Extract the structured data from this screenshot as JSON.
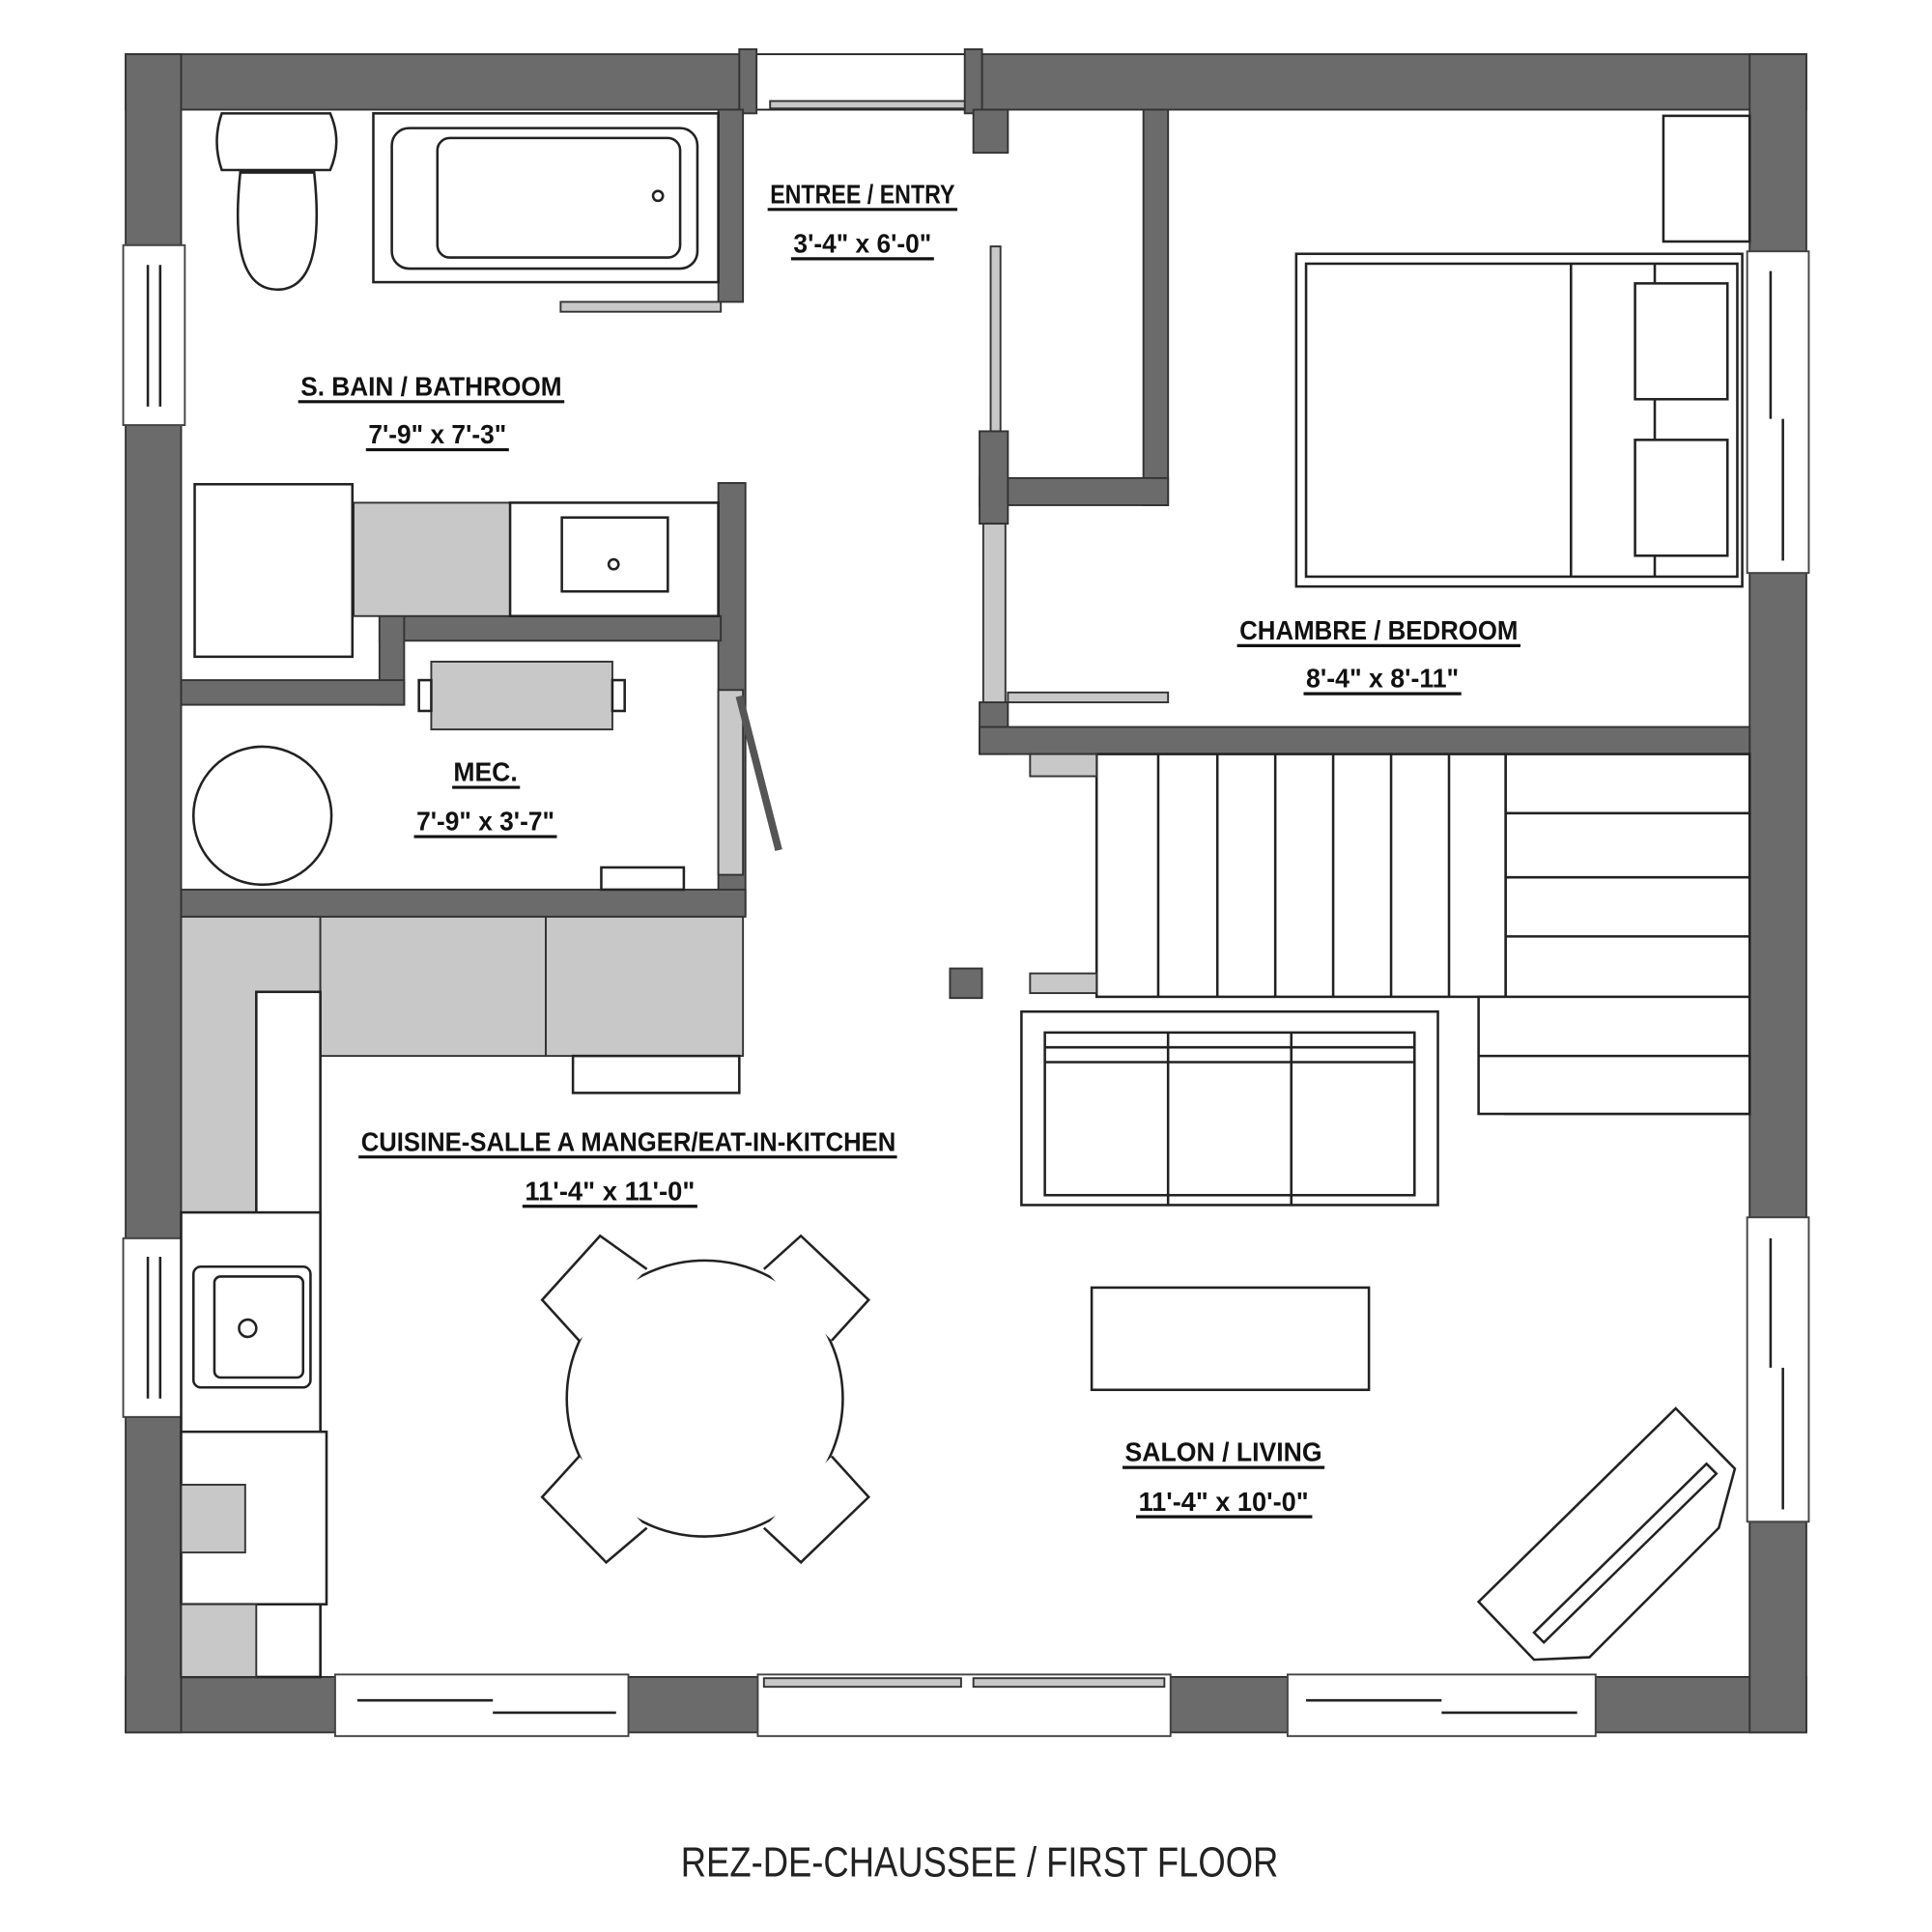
{
  "plan": {
    "title": "REZ-DE-CHAUSSEE / FIRST FLOOR",
    "wall_color": "#6b6b6b",
    "fixture_color": "#c8c8c8",
    "rooms": [
      {
        "name": "ENTREE / ENTRY",
        "size": "3'-4\" x 6'-0\""
      },
      {
        "name": "S. BAIN / BATHROOM",
        "size": "7'-9\" x 7'-3\""
      },
      {
        "name": "CHAMBRE / BEDROOM",
        "size": "8'-4\" x 8'-11\""
      },
      {
        "name": "MEC.",
        "size": "7'-9\" x 3'-7\""
      },
      {
        "name": "CUISINE-SALLE A MANGER/EAT-IN-KITCHEN",
        "size": "11'-4\" x 11'-0\""
      },
      {
        "name": "SALON / LIVING",
        "size": "11'-4\" x 10'-0\""
      }
    ]
  }
}
